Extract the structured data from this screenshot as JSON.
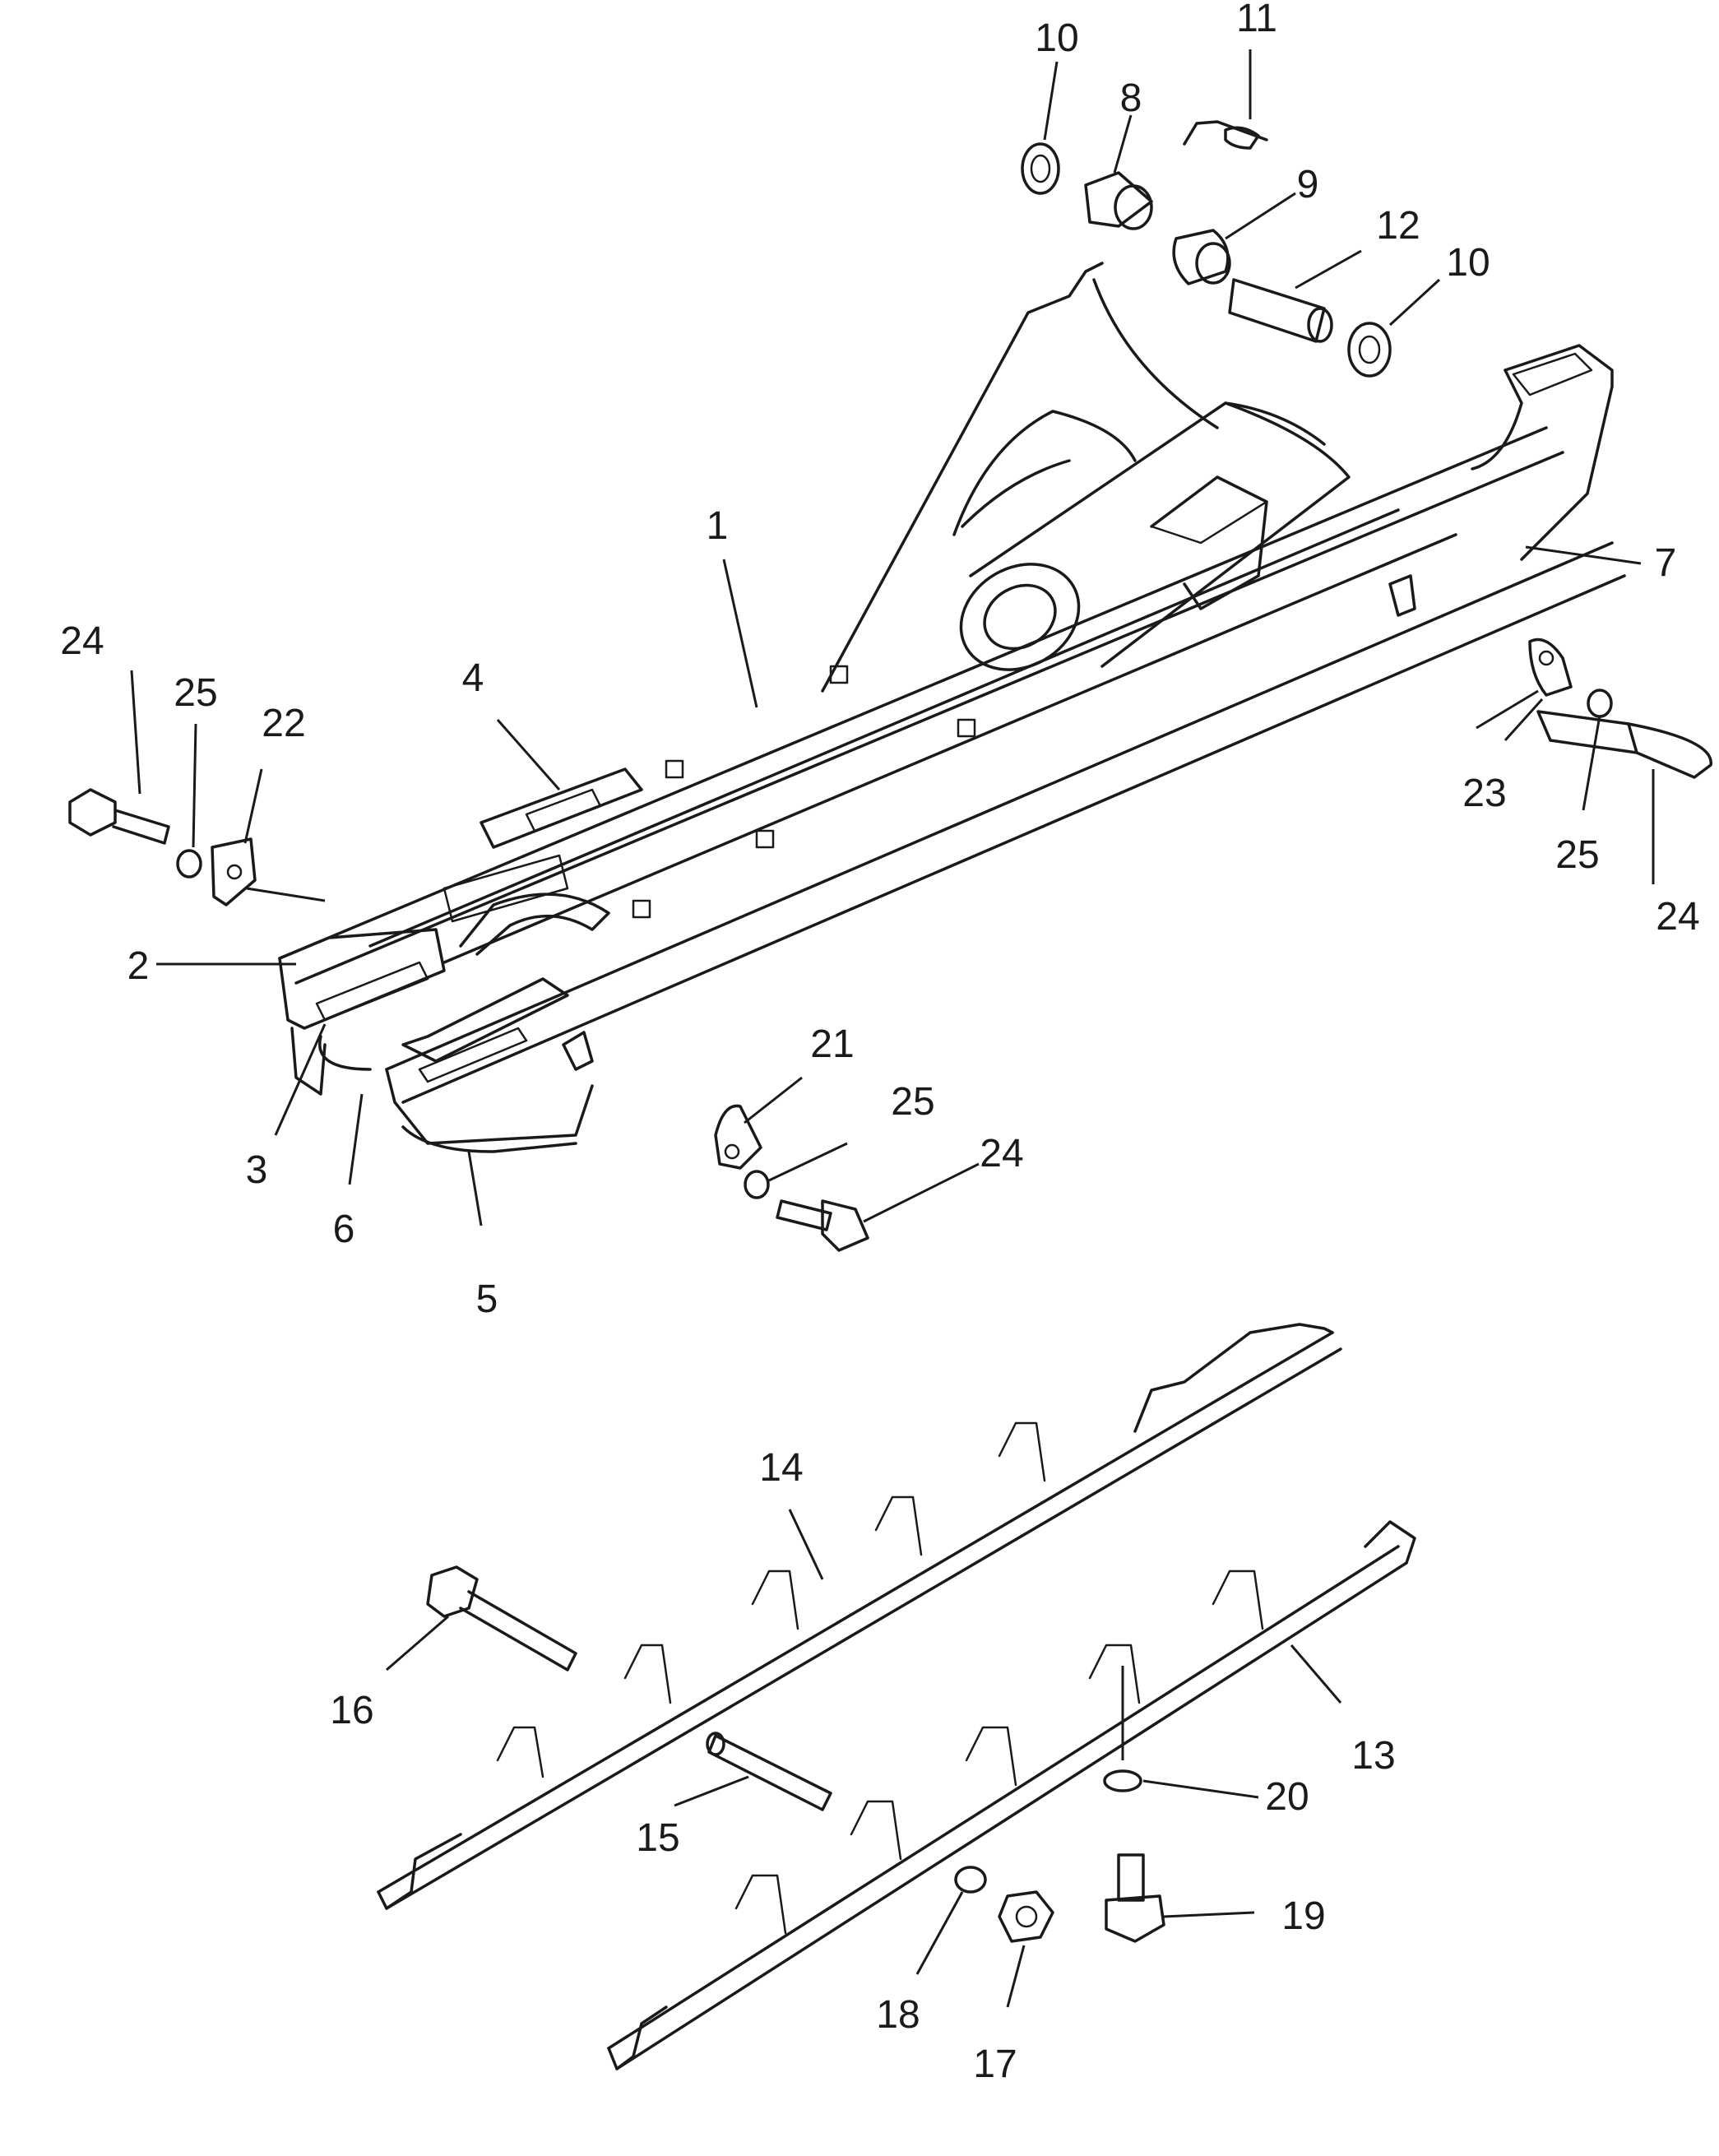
{
  "callouts": [
    {
      "id": "1",
      "label": "1"
    },
    {
      "id": "2",
      "label": "2"
    },
    {
      "id": "3",
      "label": "3"
    },
    {
      "id": "4",
      "label": "4"
    },
    {
      "id": "5",
      "label": "5"
    },
    {
      "id": "6",
      "label": "6"
    },
    {
      "id": "7",
      "label": "7"
    },
    {
      "id": "8",
      "label": "8"
    },
    {
      "id": "9",
      "label": "9"
    },
    {
      "id": "10a",
      "label": "10"
    },
    {
      "id": "10b",
      "label": "10"
    },
    {
      "id": "11",
      "label": "11"
    },
    {
      "id": "12",
      "label": "12"
    },
    {
      "id": "13",
      "label": "13"
    },
    {
      "id": "14",
      "label": "14"
    },
    {
      "id": "15",
      "label": "15"
    },
    {
      "id": "16",
      "label": "16"
    },
    {
      "id": "17",
      "label": "17"
    },
    {
      "id": "18",
      "label": "18"
    },
    {
      "id": "19",
      "label": "19"
    },
    {
      "id": "20",
      "label": "20"
    },
    {
      "id": "21",
      "label": "21"
    },
    {
      "id": "22",
      "label": "22"
    },
    {
      "id": "23",
      "label": "23"
    },
    {
      "id": "24a",
      "label": "24"
    },
    {
      "id": "24b",
      "label": "24"
    },
    {
      "id": "24c",
      "label": "24"
    },
    {
      "id": "25a",
      "label": "25"
    },
    {
      "id": "25b",
      "label": "25"
    },
    {
      "id": "25c",
      "label": "25"
    }
  ]
}
